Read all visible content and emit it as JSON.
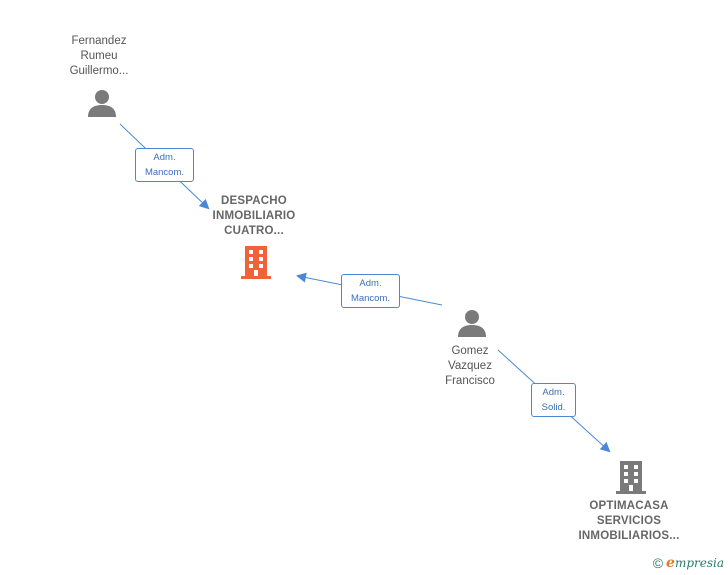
{
  "nodes": {
    "fernandez": {
      "lines": [
        "Fernandez",
        "Rumeu",
        "Guillermo..."
      ],
      "kind": "person"
    },
    "despacho": {
      "lines": [
        "DESPACHO",
        "INMOBILIARIO",
        "CUATRO..."
      ],
      "kind": "company-focus"
    },
    "gomez": {
      "lines": [
        "Gomez",
        "Vazquez",
        "Francisco"
      ],
      "kind": "person"
    },
    "optimacasa": {
      "lines": [
        "OPTIMACASA",
        "SERVICIOS",
        "INMOBILIARIOS..."
      ],
      "kind": "company"
    }
  },
  "edges": [
    {
      "from": "fernandez",
      "to": "despacho",
      "lines": [
        "Adm.",
        "Mancom."
      ]
    },
    {
      "from": "gomez",
      "to": "despacho",
      "lines": [
        "Adm.",
        "Mancom."
      ]
    },
    {
      "from": "gomez",
      "to": "optimacasa",
      "lines": [
        "Adm.",
        "Solid."
      ]
    }
  ],
  "colors": {
    "person_icon": "#7a7a7a",
    "company_focus_icon": "#f0623a",
    "company_icon": "#7a7a7a",
    "edge": "#4a88d6"
  },
  "icons": {
    "person": "person-icon",
    "company": "building-icon"
  },
  "brand": {
    "copyright": "©",
    "initial": "e",
    "rest": "mpresia"
  }
}
